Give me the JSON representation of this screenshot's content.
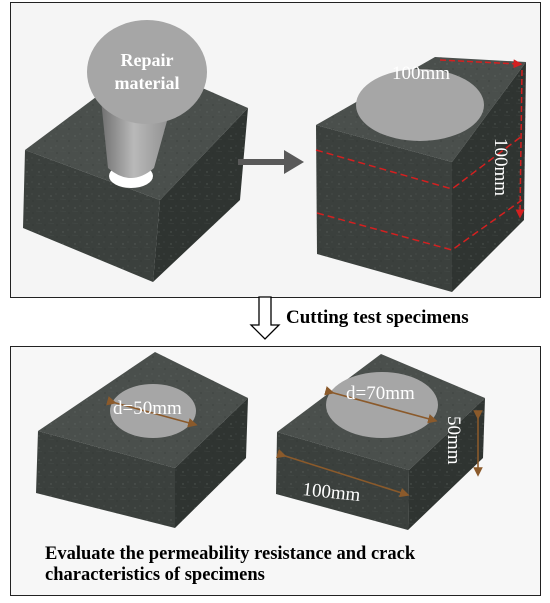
{
  "figure": {
    "top": {
      "repair_label": "Repair material",
      "dim_top": "100mm",
      "dim_side": "100mm"
    },
    "cutting_label": "Cutting test specimens",
    "bottom": {
      "left_diameter": "d=50mm",
      "right_diameter": "d=70mm",
      "right_height": "50mm",
      "right_width": "100mm"
    },
    "evaluation_label": "Evaluate the permeability resistance and crack characteristics of specimens"
  },
  "colors": {
    "concrete_top": "#4a4f4c",
    "concrete_front": "#3b403d",
    "concrete_side": "#2f3431",
    "repair_disk": "#a6a6a6",
    "dash_red": "#d42020",
    "arrow_grey": "#595959"
  },
  "icons": [
    "down-outline-arrow-icon",
    "right-arrow-icon"
  ]
}
